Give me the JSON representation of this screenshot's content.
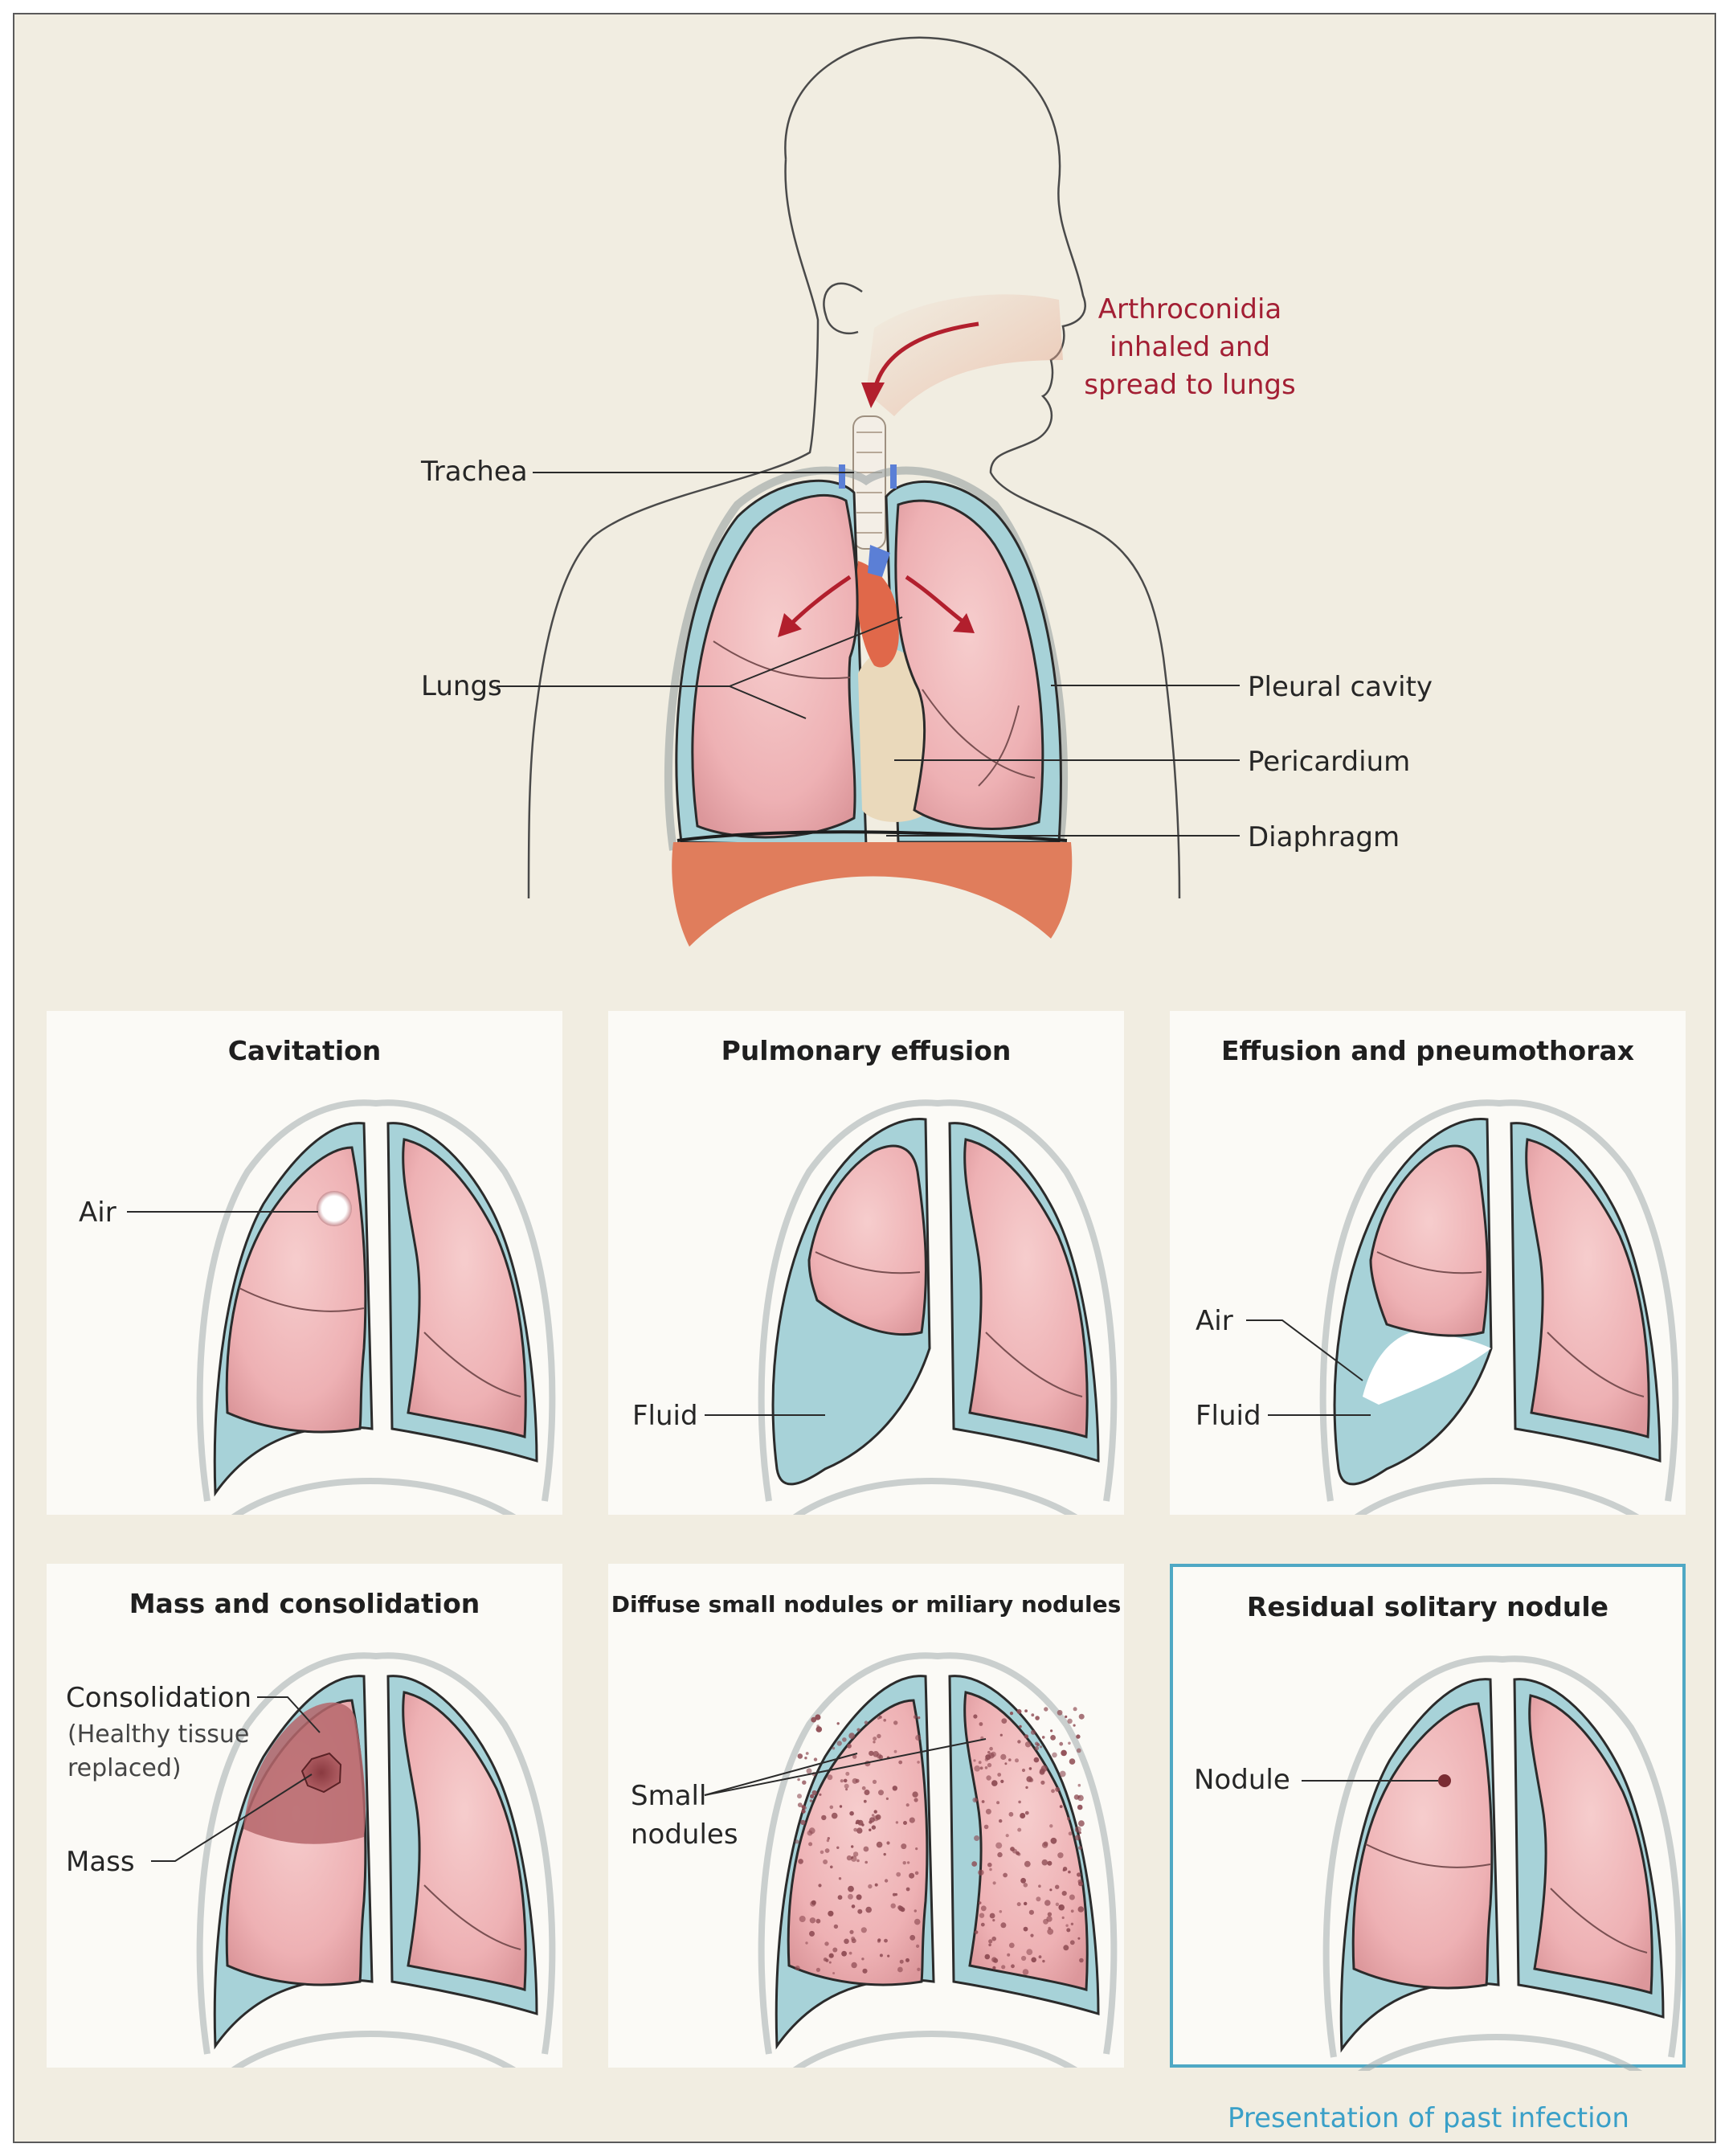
{
  "top": {
    "inhalation_label": [
      "Arthroconidia",
      "inhaled and",
      "spread to lungs"
    ],
    "trachea": "Trachea",
    "lungs": "Lungs",
    "pleural_cavity": "Pleural cavity",
    "pericardium": "Pericardium",
    "diaphragm": "Diaphragm"
  },
  "panels": [
    {
      "title": "Cavitation",
      "labels": {
        "air": "Air"
      }
    },
    {
      "title": "Pulmonary effusion",
      "labels": {
        "fluid": "Fluid"
      }
    },
    {
      "title": "Effusion and pneumothorax",
      "labels": {
        "air": "Air",
        "fluid": "Fluid"
      }
    },
    {
      "title": "Mass and consolidation",
      "labels": {
        "consolidation": "Consolidation",
        "consolidation_note": [
          "(Healthy tissue",
          "replaced)"
        ],
        "mass": "Mass"
      }
    },
    {
      "title": "Diffuse small nodules or miliary nodules",
      "labels": {
        "small_nodules": [
          "Small",
          "nodules"
        ]
      }
    },
    {
      "title": "Residual solitary nodule",
      "labels": {
        "nodule": "Nodule"
      }
    }
  ],
  "footer": {
    "past_infection": "Presentation of past infection"
  },
  "colors": {
    "background": "#f1ede1",
    "lung": "#efb5b8",
    "pleura": "#a7d2d8",
    "diaphragm": "#e07d5c",
    "inhalation_arrow": "#b21f2d",
    "past_infection": "#3aa0c8"
  }
}
